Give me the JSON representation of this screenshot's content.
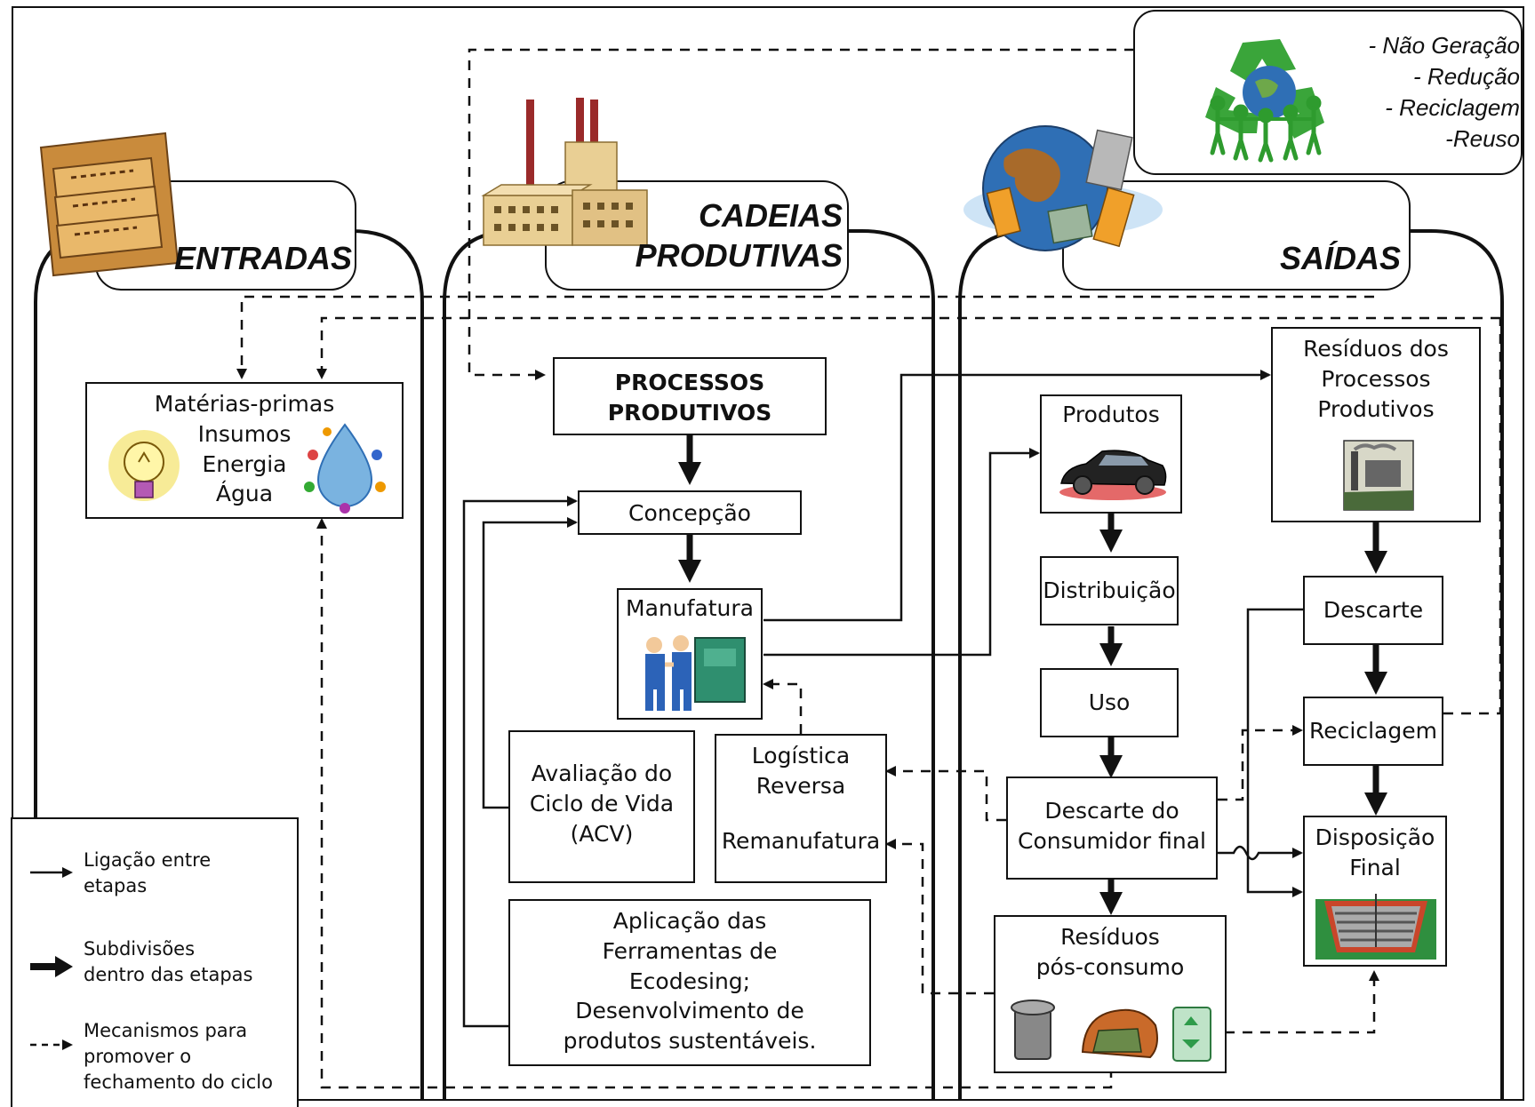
{
  "headers": {
    "entradas": "ENTRADAS",
    "cadeias_line1": "CADEIAS",
    "cadeias_line2": "PRODUTIVAS",
    "saidas": "SAÍDAS"
  },
  "hierarchy": {
    "items": [
      "- Não Geração",
      "- Redução",
      "- Reciclagem",
      "-Reuso"
    ]
  },
  "entradas": {
    "inputs": [
      "Matérias-primas",
      "Insumos",
      "Energia",
      "Água"
    ]
  },
  "cadeias": {
    "processos_line1": "PROCESSOS",
    "processos_line2": "PRODUTIVOS",
    "concepcao": "Concepção",
    "manufatura": "Manufatura",
    "acv": [
      "Avaliação do",
      "Ciclo de Vida",
      "(ACV)"
    ],
    "logistica": [
      "Logística",
      "Reversa"
    ],
    "remanufatura": "Remanufatura",
    "ecodesign": [
      "Aplicação das",
      "Ferramentas de",
      "Ecodesing;",
      "Desenvolvimento de",
      "produtos sustentáveis."
    ]
  },
  "saidas": {
    "produtos": "Produtos",
    "distribuicao": "Distribuição",
    "uso": "Uso",
    "descarte_consumidor": [
      "Descarte do",
      "Consumidor final"
    ],
    "residuos_pos": [
      "Resíduos",
      "pós-consumo"
    ],
    "residuos_processos": [
      "Resíduos dos",
      "Processos",
      "Produtivos"
    ],
    "descarte": "Descarte",
    "reciclagem": "Reciclagem",
    "disposicao": [
      "Disposição",
      "Final"
    ]
  },
  "legend": {
    "thin": [
      "Ligação entre",
      "etapas"
    ],
    "thick": [
      "Subdivisões",
      "dentro das etapas"
    ],
    "dashed": [
      "Mecanismos para",
      "promover o",
      "fechamento do ciclo"
    ]
  },
  "colors": {
    "line": "#111111",
    "recycle_green": "#3aa53a",
    "globe_blue": "#2f6fb5",
    "factory_tan": "#e9cf94",
    "chimney_red": "#9a2a2a"
  }
}
